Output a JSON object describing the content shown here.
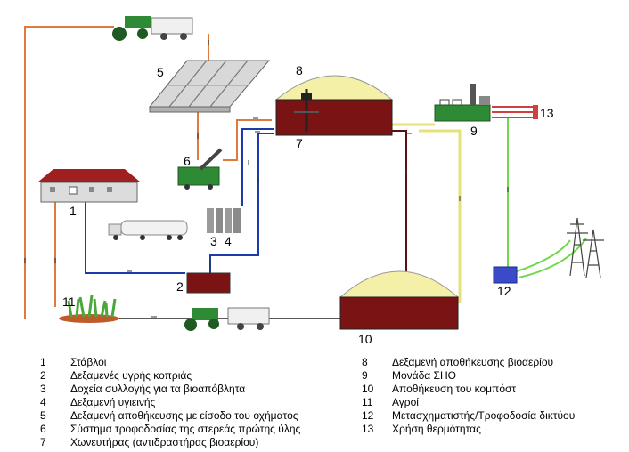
{
  "components": [
    {
      "id": "1",
      "label": "Στάβλοι"
    },
    {
      "id": "2",
      "label": "Δεξαμενές υγρής κοπριάς"
    },
    {
      "id": "3",
      "label": "Δοχεία συλλογής για τα βιοαπόβλητα"
    },
    {
      "id": "4",
      "label": "Δεξαμενή υγιεινής"
    },
    {
      "id": "5",
      "label": "Δεξαμενή αποθήκευσης με είσοδο του οχήματος"
    },
    {
      "id": "6",
      "label": "Σύστημα τροφοδοσίας της στερεάς πρώτης ύλης"
    },
    {
      "id": "7",
      "label": "Χωνευτήρας (αντιδραστήρας βιοαερίου)"
    },
    {
      "id": "8",
      "label": "Δεξαμενή αποθήκευσης βιοαερίου"
    },
    {
      "id": "9",
      "label": "Μονάδα ΣΗΘ"
    },
    {
      "id": "10",
      "label": "Αποθήκευση του κομπόστ"
    },
    {
      "id": "11",
      "label": "Αγροί"
    },
    {
      "id": "12",
      "label": "Μετασχηματιστής/Τροφοδοσία δικτύου"
    },
    {
      "id": "13",
      "label": "Χρήση θερμότητας"
    }
  ],
  "colors": {
    "manure_line": "#1c3aa8",
    "solid_feed_line": "#e07a3a",
    "biogas_line": "#e8e07a",
    "power_line": "#70d84a",
    "heat_line": "#d04040",
    "digester": "#7a1414",
    "dome": "#f4f0a8",
    "machine": "#2e8a34",
    "roof": "#a02020"
  },
  "legend": {
    "left": [
      "1",
      "2",
      "3",
      "4",
      "5",
      "6",
      "7"
    ],
    "right": [
      "8",
      "9",
      "10",
      "11",
      "12",
      "13"
    ]
  }
}
